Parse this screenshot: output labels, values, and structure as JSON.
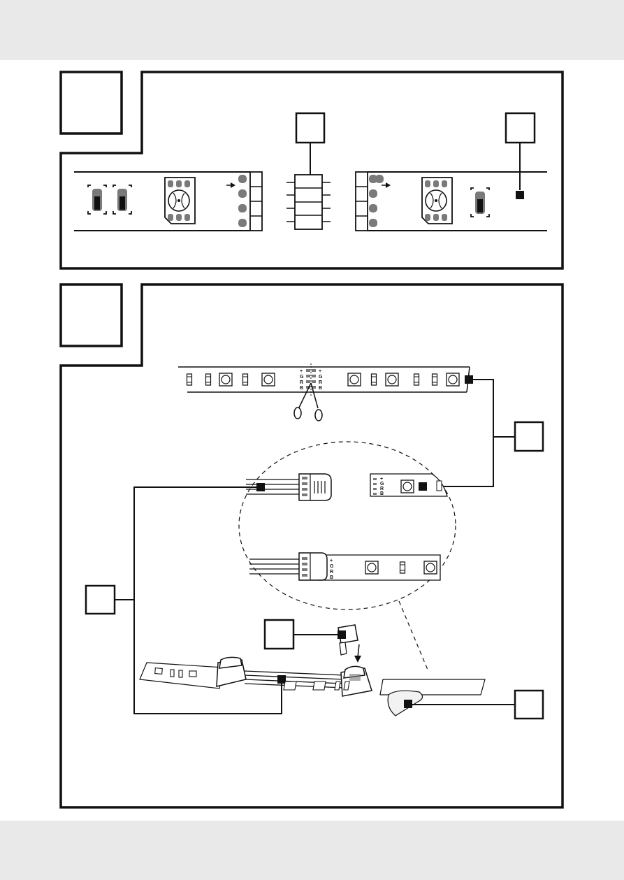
{
  "colors": {
    "page_bg": "#e9e9e9",
    "paper": "#ffffff",
    "line": "#111111",
    "led_gray": "#7a7a7a"
  },
  "strip_labels": {
    "plus": "+",
    "g": "G",
    "r": "R",
    "b": "B"
  },
  "icons": [
    "scissors-icon",
    "arrow-down-icon",
    "arrow-right-icon"
  ]
}
